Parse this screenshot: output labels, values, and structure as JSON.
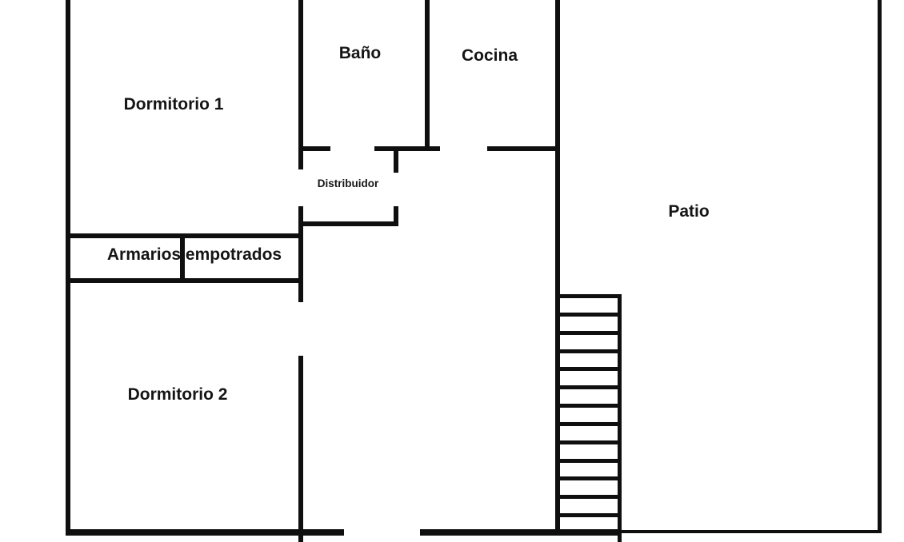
{
  "page": {
    "background": "#ffffff",
    "wall_color": "#0f0f0f",
    "text_color": "#151515"
  },
  "rooms": {
    "dormitorio1": {
      "label": "Dormitorio 1"
    },
    "bano": {
      "label": "Baño"
    },
    "cocina": {
      "label": "Cocina"
    },
    "distribuidor": {
      "label": "Distribuidor"
    },
    "armarios": {
      "label": "Armarios empotrados"
    },
    "dormitorio2": {
      "label": "Dormitorio 2"
    },
    "patio": {
      "label": "Patio"
    }
  },
  "stairs": {
    "steps": 13
  }
}
